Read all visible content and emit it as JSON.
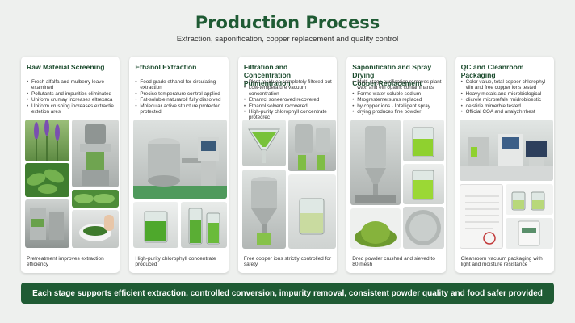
{
  "header": {
    "title": "Production Process",
    "subtitle": "Extraction, saponification, copper replacement and quality control"
  },
  "cards": [
    {
      "title": "Raw Material Screening",
      "subtitle": "",
      "bullets": [
        "Fresh alfalfa and mulberry leave examined",
        "Pollutants and impurities eliminated",
        "Uniform crumay increases eltrexaca",
        "Uniform crushing increases extractie extetion ares"
      ],
      "footer": "Pretreatment improves extraction efficiency"
    },
    {
      "title": "Ethanol Extraction",
      "subtitle": "",
      "bullets": [
        "Food grade ethanol for circulating extraction",
        "Precise temperature control applied",
        "Fat-soluble naturaroll fully dissolved",
        "Molecular active structure protected protected"
      ],
      "footer": "High-purity chlorophyll concentrate produced"
    },
    {
      "title": "Filtration and Concentration",
      "subtitle": "Pulmentration",
      "bullets": [
        "Plant residues completely filtered out",
        "Low-temperature vacuum concentration",
        "Ethanrcl soneeroved recovered",
        "Ethanol solvent recovered",
        "High-purity chlorophyll concentrate protecrec"
      ],
      "footer": "Free copper ions strictly controlled for safety"
    },
    {
      "title": "Saponificatio and Spray Drying",
      "subtitle": "Copper Replacement",
      "bullets": [
        "Multi-stage purification removes plant wax, and eln oganic contaminants",
        "Forms water soluble sodium",
        "Mrogrestemersums replaced",
        "by copper ions · Intelligent spray",
        "drying produces fine powder"
      ],
      "footer": "Dred powder crushed and sieved to 80 mesh"
    },
    {
      "title": "QC and Cleanroom Packaging",
      "subtitle": "",
      "bullets": [
        "Color value, total copper chlorophyl vlin and free copper ions tested",
        "Heavy metals and microbiological",
        "clicrele microrefale rmidrobioestic",
        "deistirie mimerble tested",
        "Official COA and analyzhrrhest"
      ],
      "footer": "Cleanroom vacuum packaging with light and moisture resistance"
    }
  ],
  "footer": {
    "text": "Each stage supports efficient extraction, controlled conversion, impurity removal, consistent powder quality and food safer provided"
  },
  "colors": {
    "brand_green": "#1f5b34",
    "background": "#eef0ee",
    "card": "#ffffff"
  }
}
